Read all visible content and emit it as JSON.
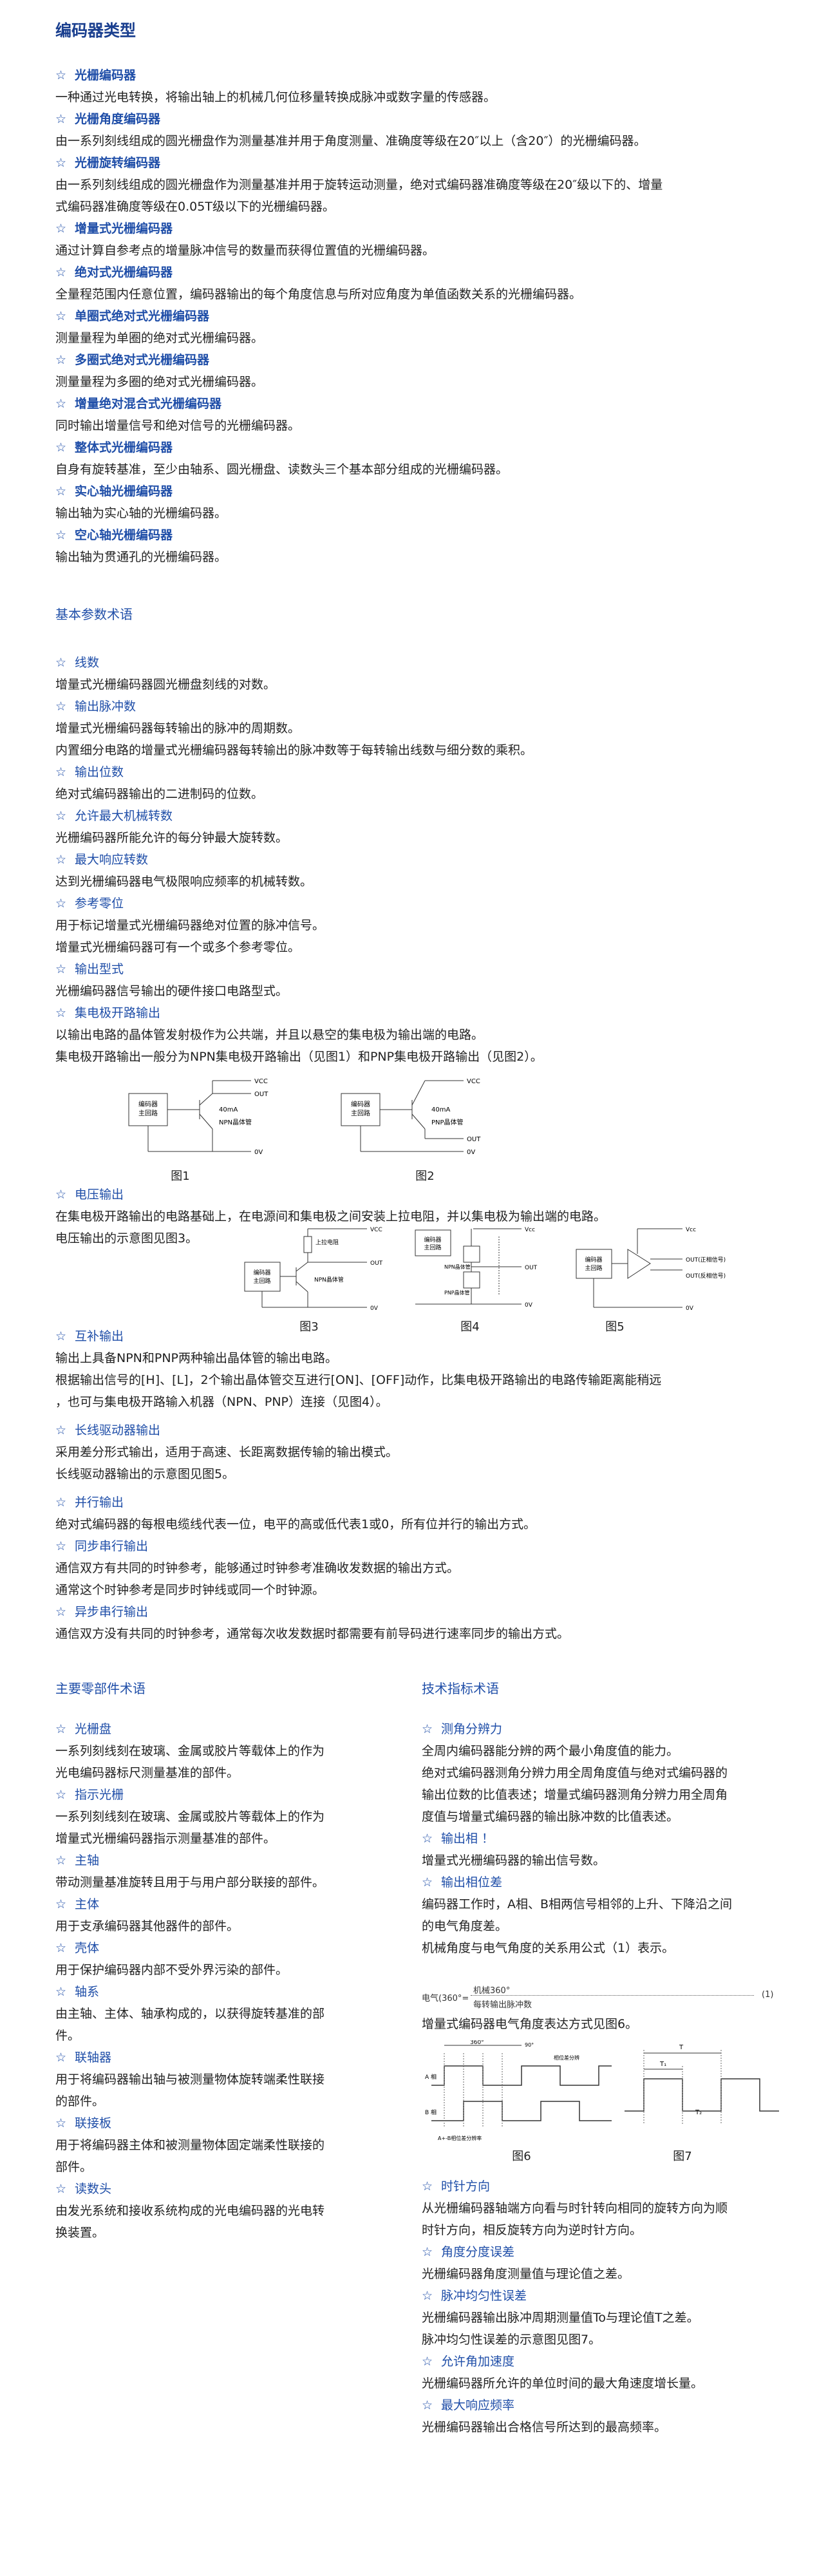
{
  "title": "编码器类型",
  "star": "☆",
  "types": [
    {
      "h": "光栅编码器",
      "d": [
        "一种通过光电转换，将输出轴上的机械几何位移量转换成脉冲或数字量的传感器。"
      ]
    },
    {
      "h": "光栅角度编码器",
      "d": [
        "由一系列刻线组成的圆光栅盘作为测量基准并用于角度测量、准确度等级在20″以上（含20″）的光栅编码器。"
      ]
    },
    {
      "h": "光栅旋转编码器",
      "d": [
        "由一系列刻线组成的圆光栅盘作为测量基准并用于旋转运动测量，绝对式编码器准确度等级在20″级以下的、增量",
        "式编码器准确度等级在0.05T级以下的光栅编码器。"
      ]
    },
    {
      "h": "增量式光栅编码器",
      "d": [
        "通过计算自参考点的增量脉冲信号的数量而获得位置值的光栅编码器。"
      ]
    },
    {
      "h": "绝对式光栅编码器",
      "d": [
        "全量程范围内任意位置，编码器输出的每个角度信息与所对应角度为单值函数关系的光栅编码器。"
      ]
    },
    {
      "h": "单圈式绝对式光栅编码器",
      "d": [
        "测量量程为单圈的绝对式光栅编码器。"
      ]
    },
    {
      "h": "多圈式绝对式光栅编码器",
      "d": [
        "测量量程为多圈的绝对式光栅编码器。"
      ]
    },
    {
      "h": "增量绝对混合式光栅编码器",
      "d": [
        "同时输出增量信号和绝对信号的光栅编码器。"
      ]
    },
    {
      "h": "整体式光栅编码器",
      "d": [
        "自身有旋转基准，至少由轴系、圆光栅盘、读数头三个基本部分组成的光栅编码器。"
      ]
    },
    {
      "h": "实心轴光栅编码器",
      "d": [
        "输出轴为实心轴的光栅编码器。"
      ]
    },
    {
      "h": "空心轴光栅编码器",
      "d": [
        "输出轴为贯通孔的光栅编码器。"
      ]
    }
  ],
  "basic_title": "基本参数术语",
  "basic1": [
    {
      "h": "线数",
      "d": [
        "增量式光栅编码器圆光栅盘刻线的对数。"
      ]
    },
    {
      "h": "输出脉冲数",
      "d": [
        "增量式光栅编码器每转输出的脉冲的周期数。",
        "内置细分电路的增量式光栅编码器每转输出的脉冲数等于每转输出线数与细分数的乘积。"
      ]
    },
    {
      "h": "输出位数",
      "d": [
        "绝对式编码器输出的二进制码的位数。"
      ]
    },
    {
      "h": "允许最大机械转数",
      "d": [
        "光栅编码器所能允许的每分钟最大旋转数。"
      ]
    },
    {
      "h": "最大响应转数",
      "d": [
        "达到光栅编码器电气极限响应频率的机械转数。"
      ]
    },
    {
      "h": "参考零位",
      "d": [
        "用于标记增量式光栅编码器绝对位置的脉冲信号。",
        "增量式光栅编码器可有一个或多个参考零位。"
      ]
    },
    {
      "h": "输出型式",
      "d": [
        "光栅编码器信号输出的硬件接口电路型式。"
      ]
    },
    {
      "h": "集电极开路输出",
      "d": [
        "以输出电路的晶体管发射极作为公共端，并且以悬空的集电极为输出端的电路。",
        "集电极开路输出一般分为NPN集电极开路输出（见图1）和PNP集电极开路输出（见图2）。"
      ]
    }
  ],
  "fig1": {
    "label": "图1",
    "box": "编码器\n主回路",
    "vcc": "VCC",
    "out": "OUT",
    "ov": "0V",
    "cur": "40mA",
    "type": "NPN晶体管"
  },
  "fig2": {
    "label": "图2",
    "box": "编码器\n主回路",
    "vcc": "VCC",
    "out": "OUT",
    "ov": "0V",
    "cur": "40mA",
    "type": "PNP晶体管"
  },
  "voltage": {
    "h": "电压输出",
    "d": [
      "在集电极开路输出的电路基础上，在电源间和集电极之间安装上拉电阻，并以集电极为输出端的电路。",
      "电压输出的示意图见图3。"
    ]
  },
  "fig3": {
    "label": "图3",
    "box": "编码器\n主回路",
    "res": "上拉电阻",
    "type": "NPN晶体管",
    "vcc": "VCC",
    "out": "OUT",
    "ov": "0V"
  },
  "fig4": {
    "label": "图4",
    "box": "编码器\n主回路",
    "npn": "NPN晶体管",
    "pnp": "PNP晶体管",
    "vcc": "Vcc",
    "out": "OUT",
    "ov": "0V"
  },
  "fig5": {
    "label": "图5",
    "box": "编码器\n主回路",
    "vcc": "Vcc",
    "out1": "OUT(正相信号)",
    "out2": "OUT(反相信号)",
    "ov": "0V"
  },
  "comp": {
    "h": "互补输出",
    "d": [
      "输出上具备NPN和PNP两种输出晶体管的输出电路。",
      "根据输出信号的[H]、[L]，2个输出晶体管交互进行[ON]、[OFF]动作，比集电极开路输出的电路传输距离能稍远",
      "，也可与集电极开路输入机器（NPN、PNP）连接（见图4）。"
    ]
  },
  "line": {
    "h": "长线驱动器输出",
    "d": [
      "采用差分形式输出，适用于高速、长距离数据传输的输出模式。",
      "长线驱动器输出的示意图见图5。"
    ]
  },
  "basic2": [
    {
      "h": "并行输出",
      "d": [
        "绝对式编码器的每根电缆线代表一位，电平的高或低代表1或0，所有位并行的输出方式。"
      ]
    },
    {
      "h": "同步串行输出",
      "d": [
        "通信双方有共同的时钟参考，能够通过时钟参考准确收发数据的输出方式。",
        "通常这个时钟参考是同步时钟线或同一个时钟源。"
      ]
    },
    {
      "h": "异步串行输出",
      "d": [
        "通信双方没有共同的时钟参考，通常每次收发数据时都需要有前导码进行速率同步的输出方式。"
      ]
    }
  ],
  "parts_title": "主要零部件术语",
  "parts": [
    {
      "h": "光栅盘",
      "d": [
        "一系列刻线刻在玻璃、金属或胶片等载体上的作为",
        "光电编码器标尺测量基准的部件。"
      ]
    },
    {
      "h": "指示光栅",
      "d": [
        "一系列刻线刻在玻璃、金属或胶片等载体上的作为",
        "增量式光栅编码器指示测量基准的部件。"
      ]
    },
    {
      "h": "主轴",
      "d": [
        "带动测量基准旋转且用于与用户部分联接的部件。"
      ]
    },
    {
      "h": "主体",
      "d": [
        "用于支承编码器其他器件的部件。"
      ]
    },
    {
      "h": "壳体",
      "d": [
        "用于保护编码器内部不受外界污染的部件。"
      ]
    },
    {
      "h": "轴系",
      "d": [
        "由主轴、主体、轴承构成的，以获得旋转基准的部",
        "件。"
      ]
    },
    {
      "h": "联轴器",
      "d": [
        "用于将编码器输出轴与被测量物体旋转端柔性联接",
        "的部件。"
      ]
    },
    {
      "h": "联接板",
      "d": [
        "用于将编码器主体和被测量物体固定端柔性联接的",
        "部件。"
      ]
    },
    {
      "h": "读数头",
      "d": [
        "由发光系统和接收系统构成的光电编码器的光电转",
        "换装置。"
      ]
    }
  ],
  "spec_title": "技术指标术语",
  "spec1": [
    {
      "h": "测角分辨力",
      "d": [
        "全周内编码器能分辨的两个最小角度值的能力。",
        "绝对式编码器测角分辨力用全周角度值与绝对式编码器的",
        "输出位数的比值表述；增量式编码器测角分辨力用全周角",
        "度值与增量式编码器的输出脉冲数的比值表述。"
      ]
    },
    {
      "h": "输出相 ！",
      "d": [
        "增量式光栅编码器的输出信号数。"
      ]
    },
    {
      "h": "输出相位差",
      "d": [
        "编码器工作时，A相、B相两信号相邻的上升、下降沿之间",
        "的电气角度差。",
        "机械角度与电气角度的关系用公式（1）表示。"
      ]
    }
  ],
  "formula": {
    "lhs": "电气(360°=",
    "num": "机械360°",
    "den": "每转输出脉冲数",
    "eq": "(1)"
  },
  "fig6_text": "增量式编码器电气角度表达方式见图6。",
  "fig6": {
    "label": "图6",
    "a": "A 相",
    "b": "B 相",
    "t1": "360°",
    "t2": "90°",
    "t3": "相位差分辨",
    "note": "A+-B相位差分辨率"
  },
  "fig7": {
    "label": "图7",
    "t": "T",
    "t1": "T₁",
    "t2": "T₂"
  },
  "spec2": [
    {
      "h": "时针方向",
      "d": [
        "从光栅编码器轴端方向看与时针转向相同的旋转方向为顺",
        "时针方向，相反旋转方向为逆时针方向。"
      ]
    },
    {
      "h": "角度分度误差",
      "d": [
        "光栅编码器角度测量值与理论值之差。"
      ]
    },
    {
      "h": "脉冲均匀性误差",
      "d": [
        "光栅编码器输出脉冲周期测量值To与理论值T之差。",
        "脉冲均匀性误差的示意图见图7。"
      ]
    },
    {
      "h": "允许角加速度",
      "d": [
        "光栅编码器所允许的单位时间的最大角速度增长量。"
      ]
    },
    {
      "h": "最大响应频率",
      "d": [
        "光栅编码器输出合格信号所达到的最高频率。"
      ]
    }
  ]
}
